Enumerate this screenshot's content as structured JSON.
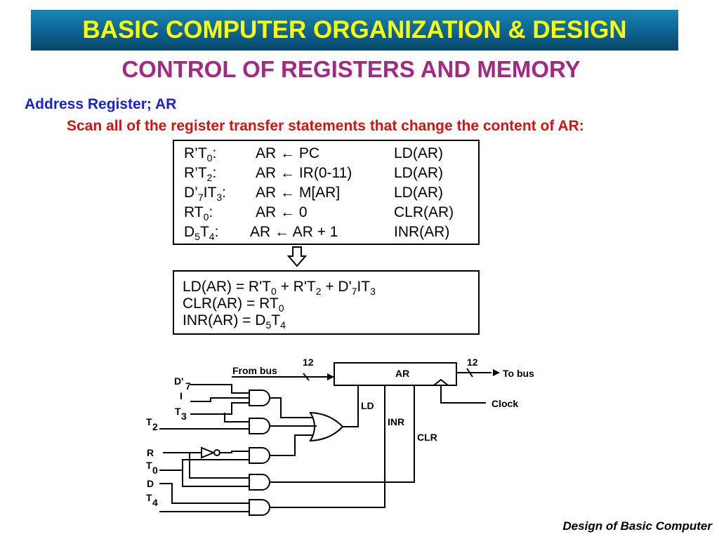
{
  "title": "BASIC  COMPUTER ORGANIZATION & DESIGN",
  "subtitle": "CONTROL  OF  REGISTERS  AND  MEMORY",
  "section_heading": "Address Register; AR",
  "instruction": "Scan all of the register transfer statements that change the content of AR:",
  "transfers": [
    {
      "cond": "R’T",
      "cond_sub": "0",
      "cond_tail": ":",
      "op": "AR ← PC",
      "ctrl": "LD(AR)"
    },
    {
      "cond": "R’T",
      "cond_sub": "2",
      "cond_tail": ":",
      "op": "AR ← IR(0-11)",
      "ctrl": "LD(AR)"
    },
    {
      "cond": "D’",
      "cond_sub": "7",
      "cond_tail": "IT",
      "cond_sub2": "3",
      "cond_tail2": ":",
      "op": "AR ← M[AR]",
      "ctrl": "LD(AR)"
    },
    {
      "cond": "RT",
      "cond_sub": "0",
      "cond_tail": ":",
      "op": "AR ← 0",
      "ctrl": "CLR(AR)"
    },
    {
      "cond": "D",
      "cond_sub": "5",
      "cond_tail": "T",
      "cond_sub2": "4",
      "cond_tail2": ":",
      "op": "AR ← AR + 1",
      "ctrl": "INR(AR)"
    }
  ],
  "equations": {
    "ld": {
      "p1": "LD(AR) = R'T",
      "s1": "0",
      "p2": " + R'T",
      "s2": "2",
      "p3": " + D'",
      "s3": "7",
      "p4": "IT",
      "s4": "3"
    },
    "clr": {
      "p1": "CLR(AR) = RT",
      "s1": "0"
    },
    "inr": {
      "p1": "INR(AR) = D",
      "s1": "5",
      "p2": "T",
      "s2": "4"
    }
  },
  "circuit": {
    "register": "AR",
    "from_bus": "From bus",
    "to_bus": "To bus",
    "bus_width_in": "12",
    "bus_width_out": "12",
    "clock": "Clock",
    "ld": "LD",
    "inr": "INR",
    "clr": "CLR",
    "inputs": {
      "d7": "D'",
      "d7_sub": "7",
      "i": "I",
      "t3": "T",
      "t3_sub": "3",
      "t2": "T",
      "t2_sub": "2",
      "r": "R",
      "t0": "T",
      "t0_sub": "0",
      "d": "D",
      "t4": "T",
      "t4_sub": "4"
    }
  },
  "footer": "Design of Basic Computer"
}
